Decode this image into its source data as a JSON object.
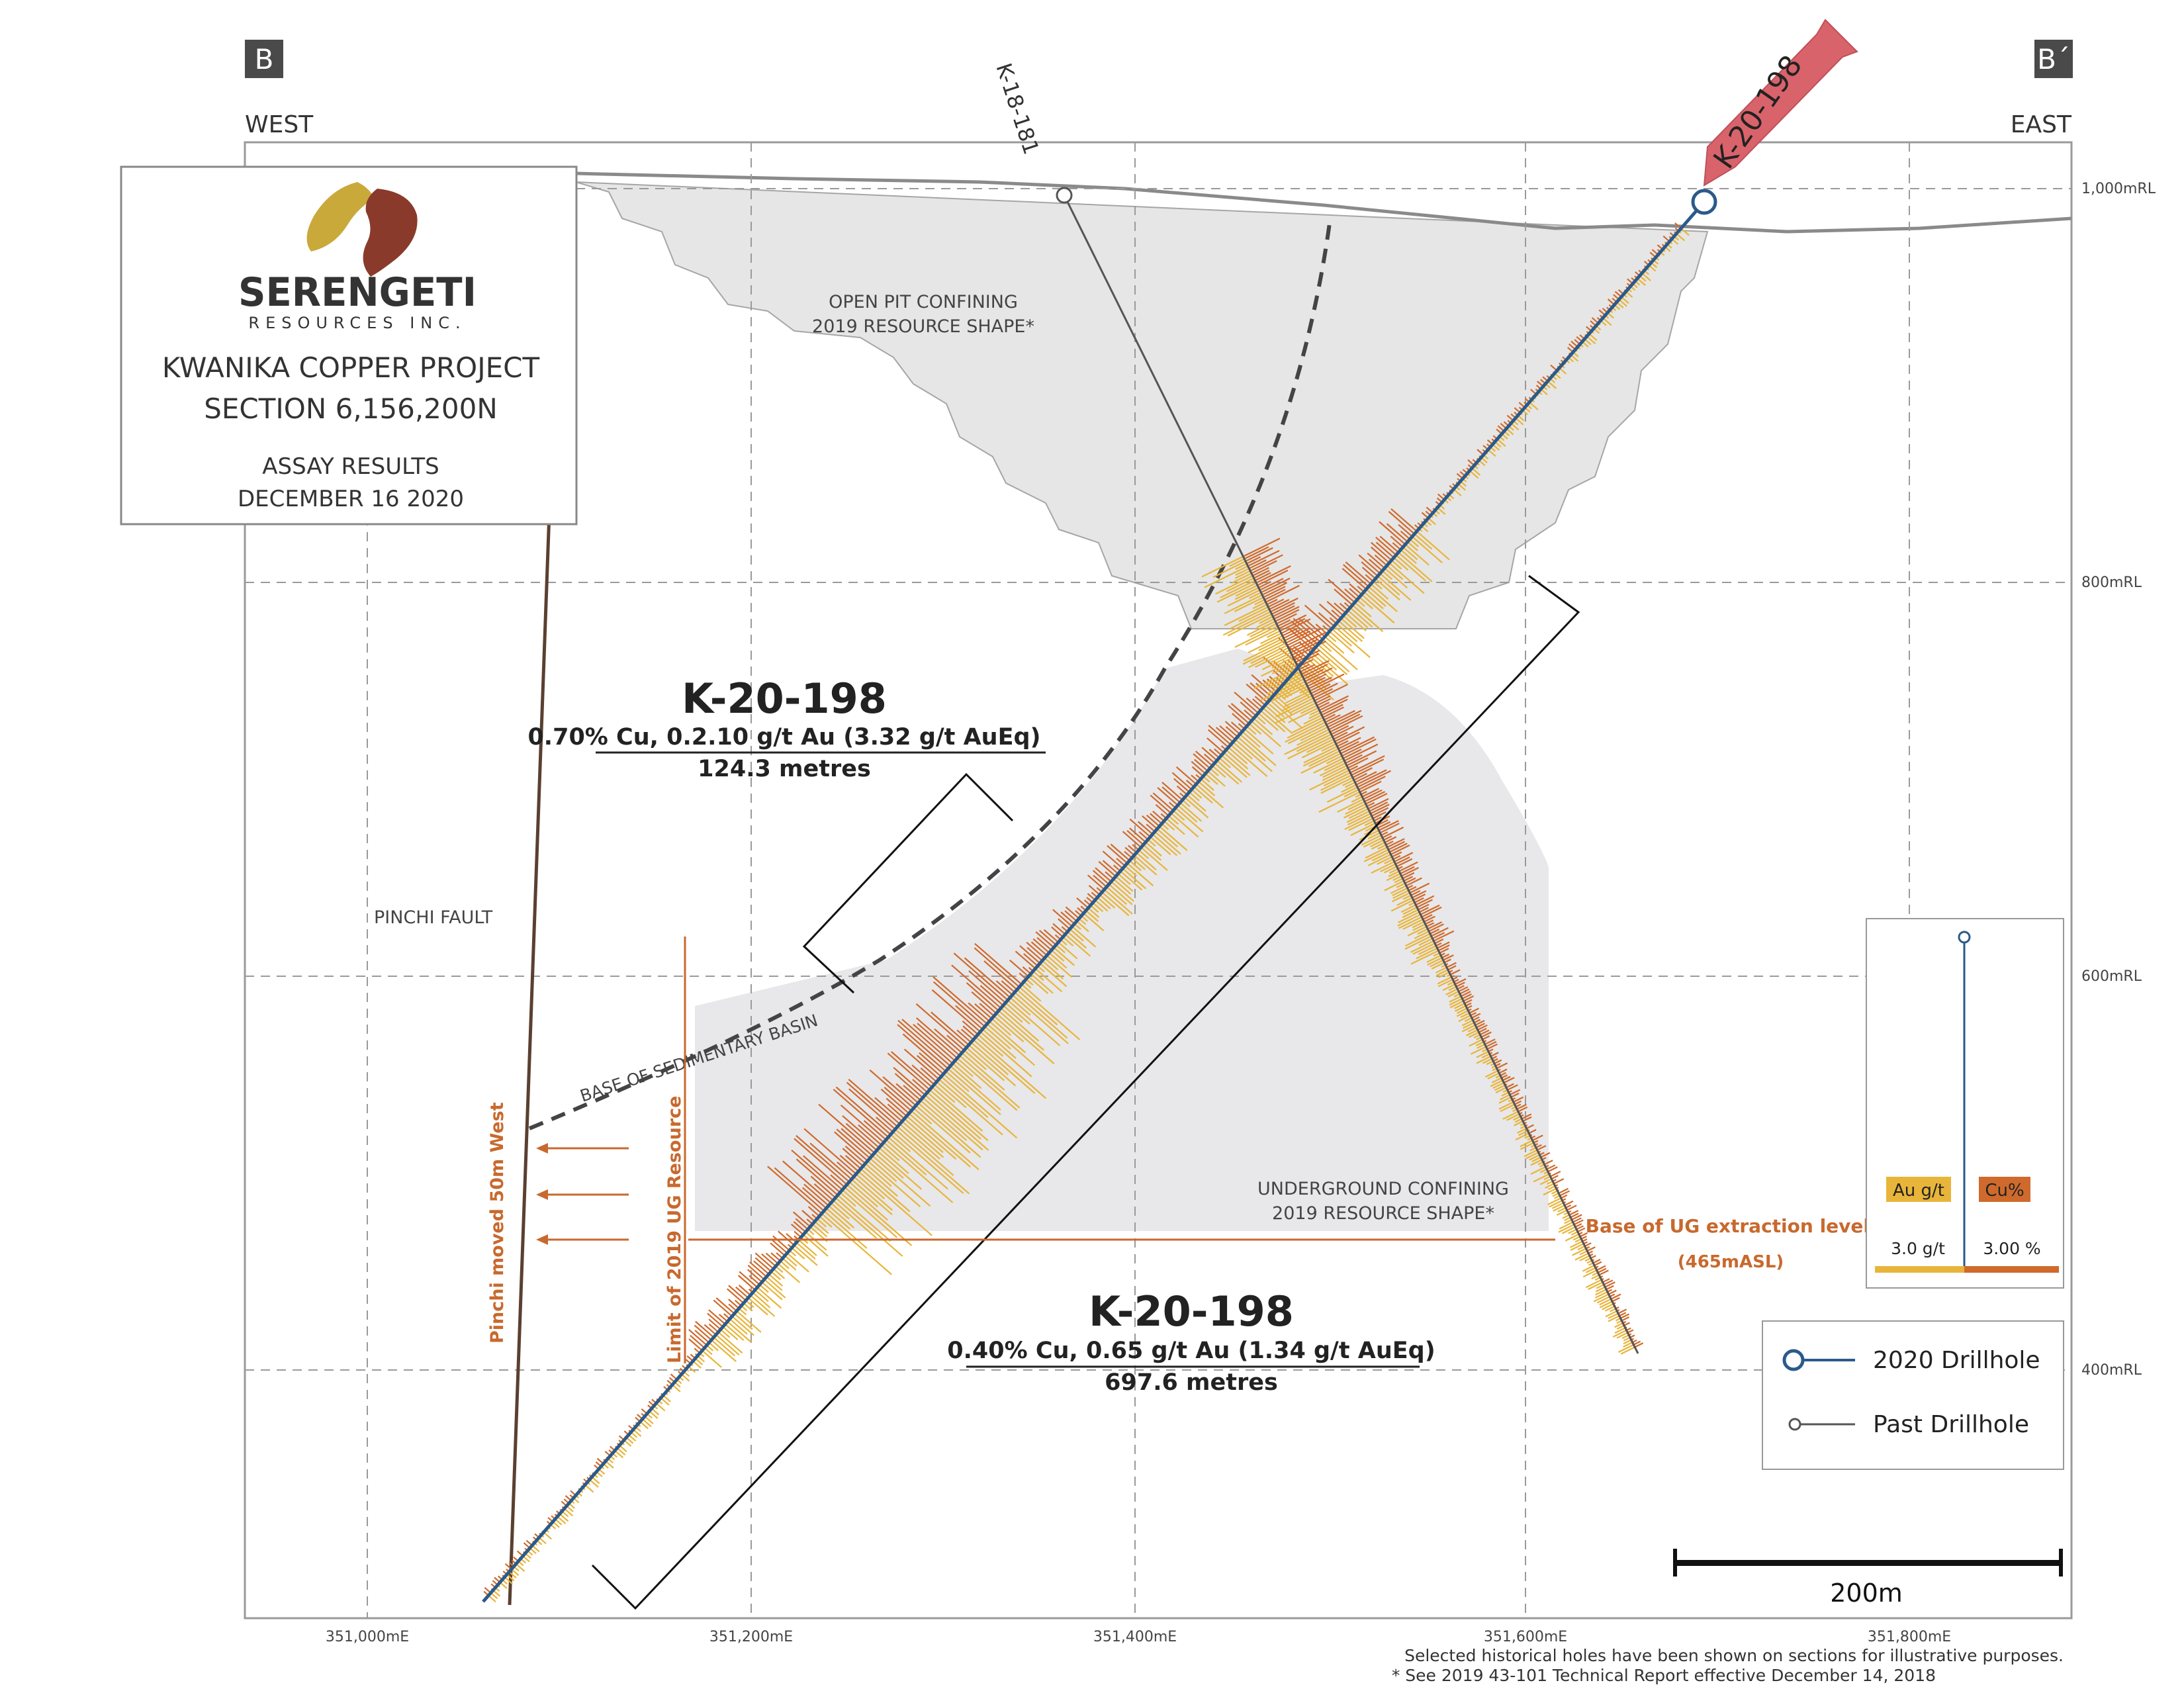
{
  "section": {
    "corner_left": "B",
    "corner_right": "B´",
    "west_label": "WEST",
    "east_label": "EAST"
  },
  "title_box": {
    "company": "SERENGETI",
    "company_sub": "RESOURCES INC.",
    "project": "KWANIKA COPPER PROJECT",
    "section": "SECTION 6,156,200N",
    "subtitle": "ASSAY RESULTS",
    "date": "DECEMBER 16 2020"
  },
  "elevations": [
    "1,000mRL",
    "800mRL",
    "600mRL",
    "400mRL"
  ],
  "eastings": [
    "351,000mE",
    "351,200mE",
    "351,400mE",
    "351,600mE",
    "351,800mE"
  ],
  "drillholes": {
    "new_hole": "K-20-198",
    "past_hole": "K-18-181"
  },
  "zones": {
    "open_pit": [
      "OPEN PIT CONFINING",
      "2019 RESOURCE SHAPE*"
    ],
    "underground": [
      "UNDERGROUND CONFINING",
      "2019 RESOURCE SHAPE*"
    ],
    "pinchi_fault": "PINCHI FAULT",
    "basin": "BASE OF SEDIMENTARY BASIN",
    "pinchi_moved": "Pinchi moved 50m West",
    "ug_limit": "Limit of 2019 UG Resource",
    "ug_base": "Base of UG extraction level",
    "ug_base_elev": "(465mASL)"
  },
  "intercepts": [
    {
      "hole": "K-20-198",
      "grade": "0.70% Cu, 0.2.10 g/t Au (3.32 g/t AuEq)",
      "length": "124.3 metres"
    },
    {
      "hole": "K-20-198",
      "grade": "0.40% Cu, 0.65 g/t Au (1.34 g/t AuEq)",
      "length": "697.6 metres"
    }
  ],
  "assay_legend": {
    "au_label": "Au g/t",
    "cu_label": "Cu%",
    "au_scale": "3.0 g/t",
    "cu_scale": "3.00 %"
  },
  "hole_legend": {
    "new": "2020 Drillhole",
    "past": "Past Drillhole"
  },
  "scale_bar": "200m",
  "footnotes": [
    "Selected historical holes have been shown on sections for illustrative purposes.",
    "* See 2019 43-101 Technical Report effective December 14, 2018"
  ],
  "colors": {
    "gold": "#e8b53a",
    "copper": "#cf6a2c",
    "hole_blue": "#2a5a8a",
    "annotation_orange": "#c8692e",
    "pit_fill": "#e7e7e7",
    "arrow_red": "#d9636b",
    "logo_gold": "#c9a93a",
    "logo_brown": "#8a3a2a"
  }
}
